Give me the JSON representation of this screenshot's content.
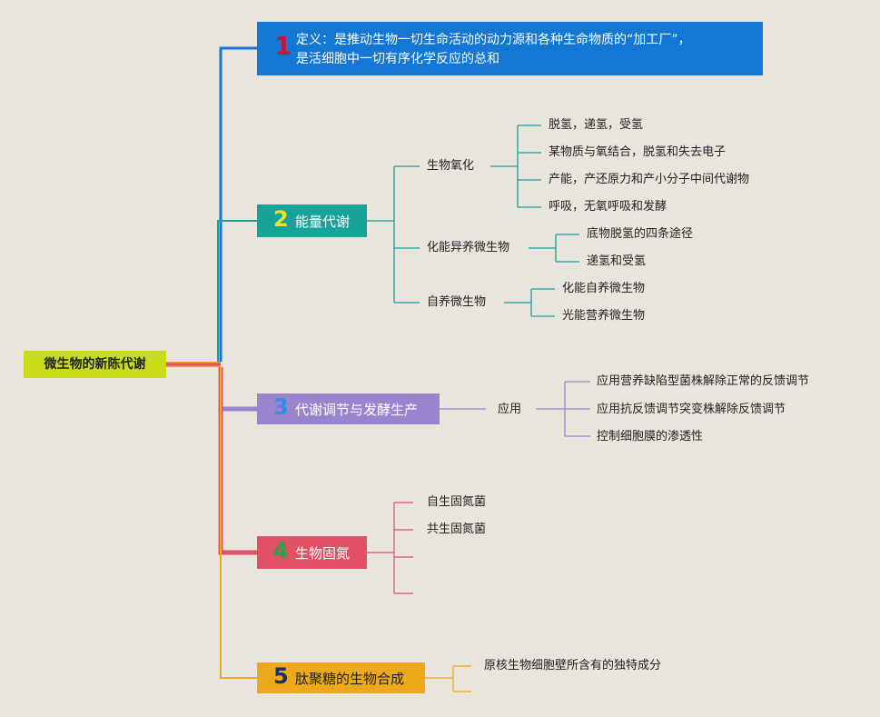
{
  "root": {
    "label": "微生物的新陈代谢"
  },
  "sections": [
    {
      "num": "1",
      "text_line1": "定义：是推动生物一切生命活动的动力源和各种生命物质的“加工厂”，",
      "text_line2": "是活细胞中一切有序化学反应的总和"
    },
    {
      "num": "2",
      "label": "能量代谢",
      "children": [
        {
          "label": "生物氧化",
          "items": [
            "脱氢，递氢，受氢",
            "某物质与氧结合，脱氢和失去电子",
            "产能，产还原力和产小分子中间代谢物",
            "呼吸，无氧呼吸和发酵"
          ]
        },
        {
          "label": "化能异养微生物",
          "items": [
            "底物脱氢的四条途径",
            "递氢和受氢"
          ]
        },
        {
          "label": "自养微生物",
          "items": [
            "化能自养微生物",
            "光能营养微生物"
          ]
        }
      ]
    },
    {
      "num": "3",
      "label": "代谢调节与发酵生产",
      "children": [
        {
          "label": "应用",
          "items": [
            "应用营养缺陷型菌株解除正常的反馈调节",
            "应用抗反馈调节突变株解除反馈调节",
            "控制细胞膜的渗透性"
          ]
        }
      ]
    },
    {
      "num": "4",
      "label": "生物固氮",
      "items": [
        "自生固氮菌",
        "共生固氮菌"
      ]
    },
    {
      "num": "5",
      "label": "肽聚糖的生物合成",
      "items": [
        "原核生物细胞壁所含有的独特成分"
      ]
    }
  ],
  "colors": {
    "root": "#c8dc1a",
    "s1": "#1477d4",
    "s2": "#16a39c",
    "s3": "#9a83cf",
    "s4": "#e05165",
    "s5": "#eba91b"
  }
}
